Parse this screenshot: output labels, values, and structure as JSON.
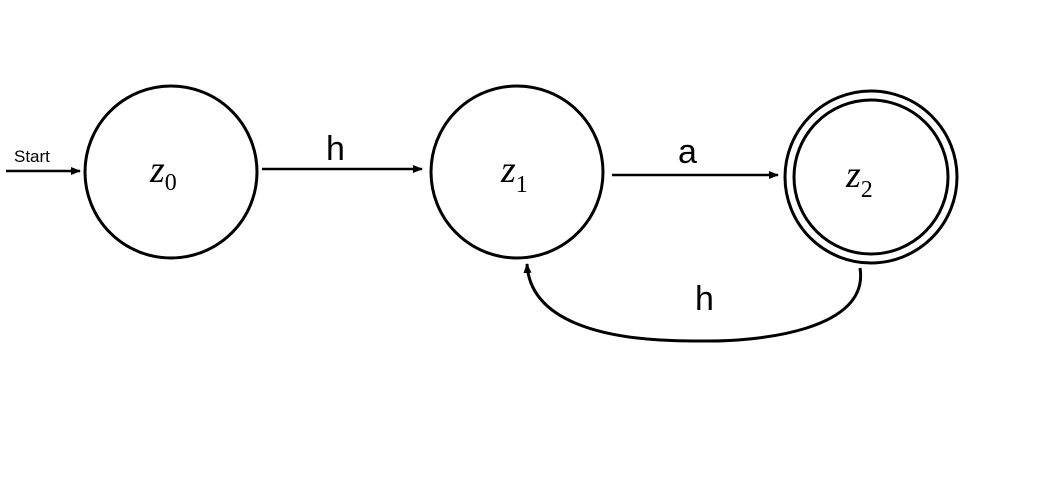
{
  "start_label": "Start",
  "states": [
    {
      "name": "z",
      "sub": "0",
      "accepting": false
    },
    {
      "name": "z",
      "sub": "1",
      "accepting": false
    },
    {
      "name": "z",
      "sub": "2",
      "accepting": true
    }
  ],
  "transitions": [
    {
      "from": "z0",
      "to": "z1",
      "label": "h"
    },
    {
      "from": "z1",
      "to": "z2",
      "label": "a"
    },
    {
      "from": "z2",
      "to": "z1",
      "label": "h"
    }
  ]
}
